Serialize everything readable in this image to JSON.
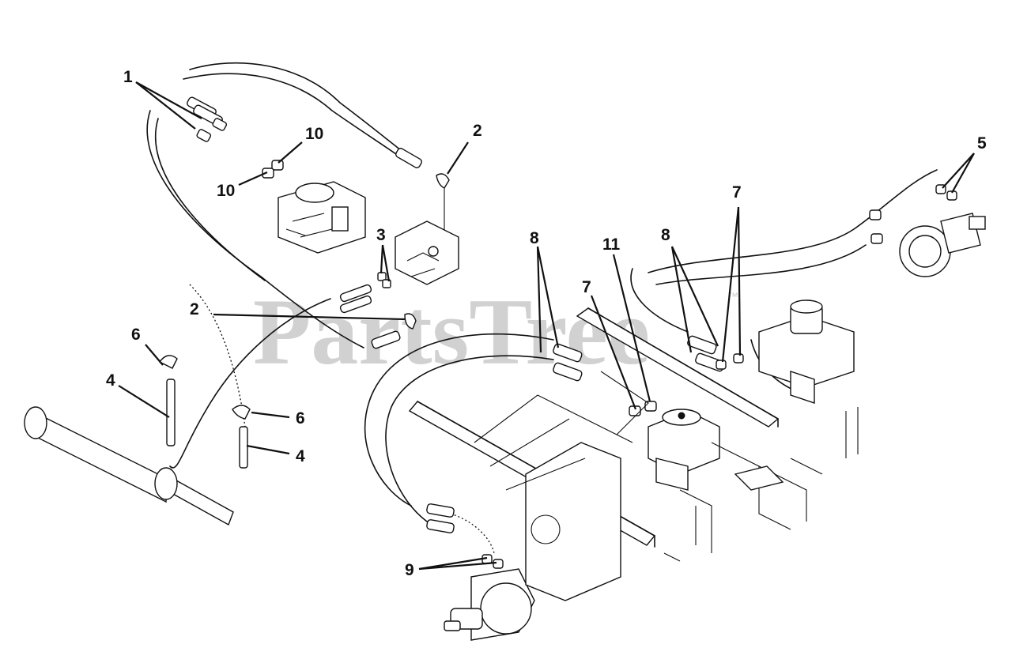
{
  "watermark": {
    "text": "PartsTree",
    "tm": "™"
  },
  "callouts": {
    "c1": "1",
    "c2a": "2",
    "c2b": "2",
    "c3": "3",
    "c4a": "4",
    "c4b": "4",
    "c5": "5",
    "c6a": "6",
    "c6b": "6",
    "c7a": "7",
    "c7b": "7",
    "c8a": "8",
    "c8b": "8",
    "c9": "9",
    "c10a": "10",
    "c10b": "10",
    "c11": "11"
  }
}
